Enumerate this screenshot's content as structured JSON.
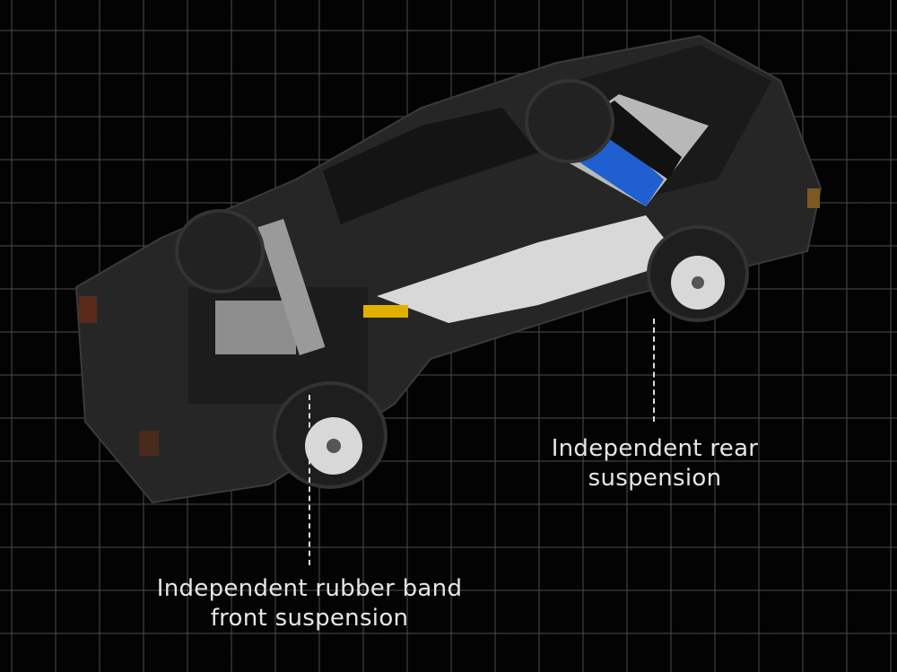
{
  "callouts": {
    "rear": {
      "line1": "Independent rear",
      "line2": "suspension"
    },
    "front": {
      "line1": "Independent rubber band",
      "line2": "front suspension"
    }
  },
  "colors": {
    "accent_blue": "#1f5fd0",
    "body": "#2a2a2a"
  }
}
